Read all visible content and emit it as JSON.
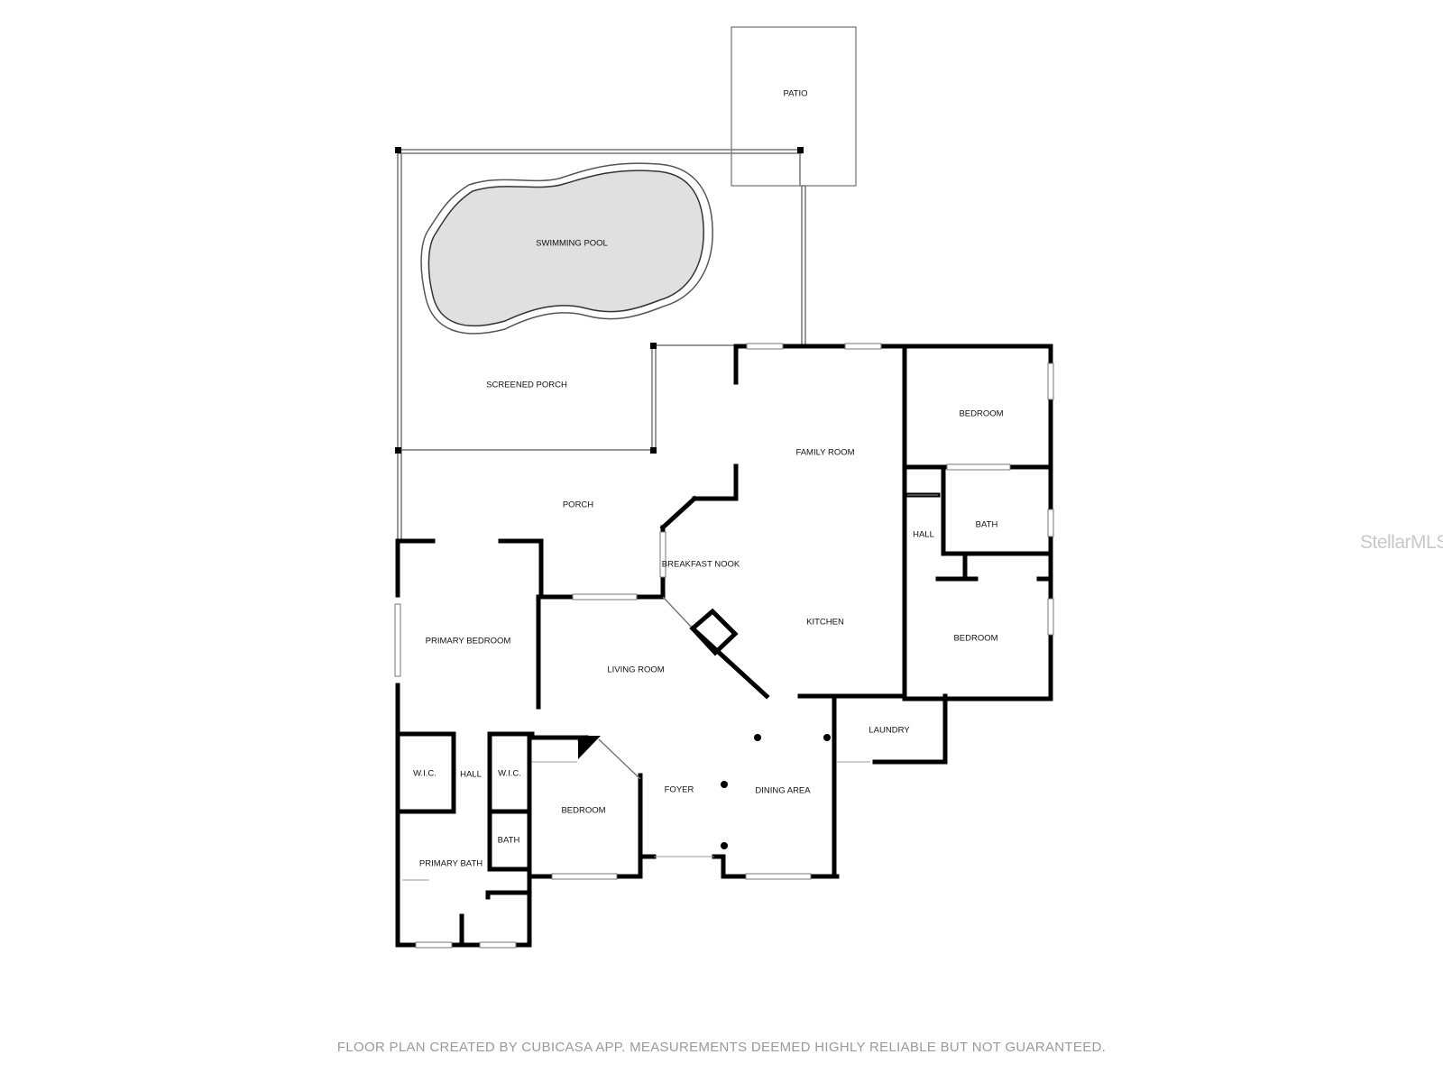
{
  "rooms": {
    "patio": "PATIO",
    "swimming_pool": "SWIMMING POOL",
    "screened_porch": "SCREENED PORCH",
    "porch": "PORCH",
    "family_room": "FAMILY ROOM",
    "bedroom_ne": "BEDROOM",
    "hall_east": "HALL",
    "bath_east": "BATH",
    "bedroom_se": "BEDROOM",
    "breakfast_nook": "BREAKFAST NOOK",
    "kitchen": "KITCHEN",
    "primary_bedroom": "PRIMARY BEDROOM",
    "living_room": "LIVING ROOM",
    "laundry": "LAUNDRY",
    "wic_left": "W.I.C.",
    "hall_west": "HALL",
    "wic_right": "W.I.C.",
    "bedroom_sw": "BEDROOM",
    "foyer": "FOYER",
    "dining_area": "DINING AREA",
    "bath_west": "BATH",
    "primary_bath": "PRIMARY BATH"
  },
  "footer": {
    "disclaimer": "FLOOR PLAN CREATED BY CUBICASA APP. MEASUREMENTS DEEMED HIGHLY RELIABLE BUT NOT GUARANTEED."
  },
  "watermark": {
    "text": "StellarMLS"
  },
  "colors": {
    "wall": "#000000",
    "pool_fill": "#e0e0e0",
    "footer_text": "#9a9a9a"
  }
}
